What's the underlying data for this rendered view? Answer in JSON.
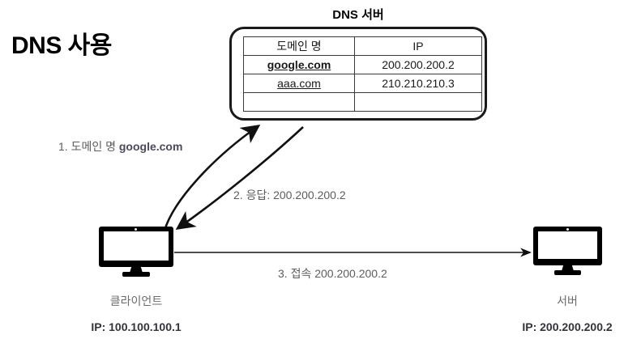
{
  "page": {
    "title": "DNS 사용"
  },
  "dns_server": {
    "title": "DNS 서버",
    "table": {
      "headers": [
        "도메인 명",
        "IP"
      ],
      "rows": [
        {
          "domain": "google.com",
          "ip": "200.200.200.2",
          "emphasis": "bold-underline"
        },
        {
          "domain": "aaa.com",
          "ip": "210.210.210.3",
          "emphasis": "underline"
        },
        {
          "domain": "",
          "ip": "",
          "emphasis": "none"
        }
      ]
    }
  },
  "steps": [
    {
      "id": "step-1",
      "prefix": "1. 도메인 명 ",
      "strong": "google.com",
      "suffix": ""
    },
    {
      "id": "step-2",
      "text": "2. 응답: 200.200.200.2"
    },
    {
      "id": "step-3",
      "text": "3. 접속 200.200.200.2"
    }
  ],
  "nodes": {
    "client": {
      "caption": "클라이언트",
      "ip": "IP: 100.100.100.1",
      "icon": "desktop-monitor-icon"
    },
    "server": {
      "caption": "서버",
      "ip": "IP: 200.200.200.2",
      "icon": "desktop-monitor-icon"
    }
  },
  "arrows": [
    {
      "name": "client-to-dns-request-arrow",
      "label_ref": "step-1"
    },
    {
      "name": "dns-to-client-response-arrow",
      "label_ref": "step-2"
    },
    {
      "name": "client-to-server-connect-arrow",
      "label_ref": "step-3"
    }
  ],
  "colors": {
    "ink": "#000000",
    "label_gray": "#5d5d5d",
    "caption_gray": "#6b6b6b",
    "ip_text": "#33333a",
    "background": "#ffffff"
  }
}
